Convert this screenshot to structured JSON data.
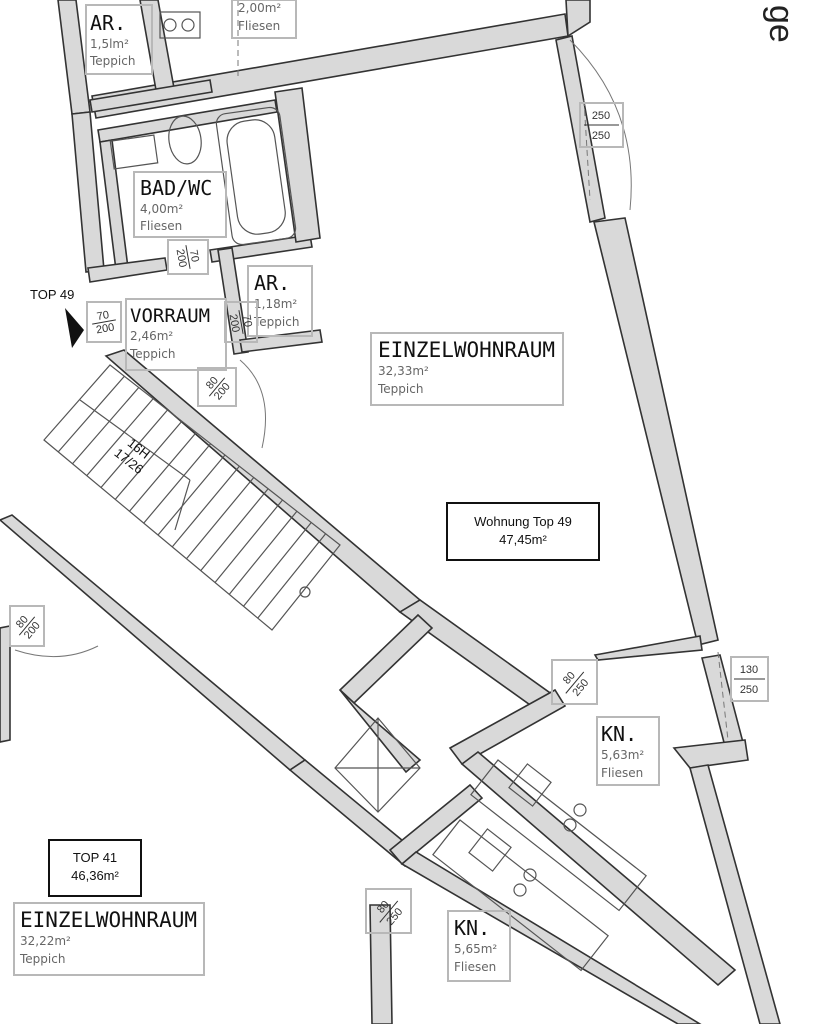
{
  "street_fragment": "ge",
  "top_marker": "TOP 49",
  "info_boxes": [
    {
      "title": "Wohnung Top 49",
      "area": "47,45m²"
    },
    {
      "title": "TOP 41",
      "area": "46,36m²"
    }
  ],
  "rooms": [
    {
      "name": "AR.",
      "area": "1,5lm²",
      "floor": "Teppich"
    },
    {
      "name": "",
      "area": "2,00m²",
      "floor": "Fliesen"
    },
    {
      "name": "BAD/WC",
      "area": "4,00m²",
      "floor": "Fliesen"
    },
    {
      "name": "AR.",
      "area": "1,18m²",
      "floor": "Teppich"
    },
    {
      "name": "VORRAUM",
      "area": "2,46m²",
      "floor": "Teppich"
    },
    {
      "name": "EINZELWOHNRAUM",
      "area": "32,33m²",
      "floor": "Teppich"
    },
    {
      "name": "KN.",
      "area": "5,63m²",
      "floor": "Fliesen"
    },
    {
      "name": "EINZELWOHNRAUM",
      "area": "32,22m²",
      "floor": "Teppich"
    },
    {
      "name": "KN.",
      "area": "5,65m²",
      "floor": "Fliesen"
    }
  ],
  "dimensions": [
    {
      "top": "250",
      "bottom": "250"
    },
    {
      "top": "130",
      "bottom": "250"
    },
    {
      "top": "80",
      "bottom": "250"
    },
    {
      "top": "80",
      "bottom": "250"
    },
    {
      "top": "70",
      "bottom": "200"
    },
    {
      "top": "70",
      "bottom": "200"
    },
    {
      "top": "70",
      "bottom": "200"
    },
    {
      "top": "80",
      "bottom": "200"
    },
    {
      "top": "80",
      "bottom": "200"
    }
  ],
  "stairs": {
    "line1": "16H",
    "line2": "17/26"
  }
}
